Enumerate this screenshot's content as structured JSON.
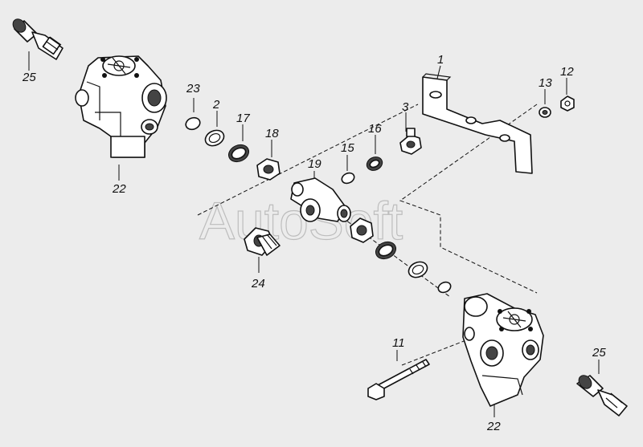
{
  "watermark": "AutoSoft",
  "callouts": {
    "c1": "1",
    "c2": "2",
    "c3": "3",
    "c11": "11",
    "c12": "12",
    "c13": "13",
    "c15": "15",
    "c16": "16",
    "c17": "17",
    "c18": "18",
    "c19": "19",
    "c22_top": "22",
    "c22_bottom": "22",
    "c23": "23",
    "c24": "24",
    "c25_top": "25",
    "c25_bottom": "25"
  }
}
